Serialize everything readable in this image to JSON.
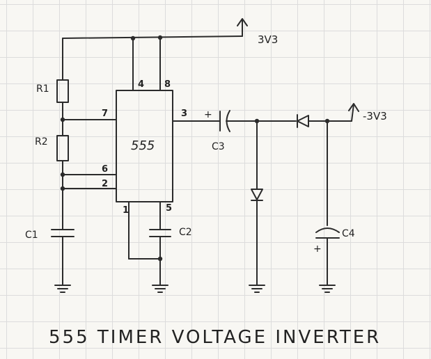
{
  "title": "555 TIMER VOLTAGE INVERTER",
  "ic": {
    "label": "555"
  },
  "pins": {
    "p1": "1",
    "p2": "2",
    "p3": "3",
    "p4": "4",
    "p5": "5",
    "p6": "6",
    "p7": "7",
    "p8": "8"
  },
  "components": {
    "r1": "R1",
    "r2": "R2",
    "c1": "C1",
    "c2": "C2",
    "c3": "C3",
    "c4": "C4"
  },
  "rails": {
    "vcc": "3V3",
    "vout": "-3V3"
  },
  "polarity": {
    "plus": "+"
  }
}
